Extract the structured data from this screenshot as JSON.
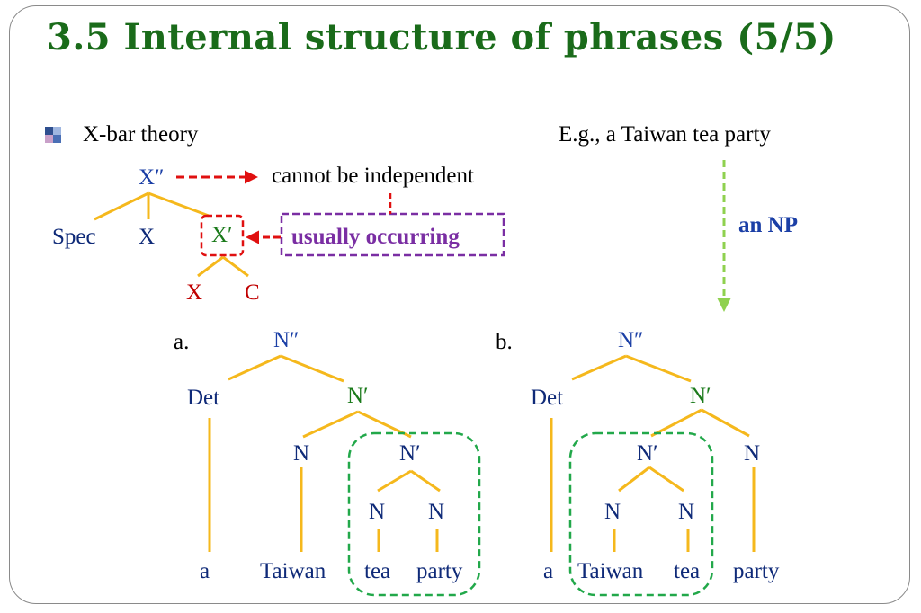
{
  "title": "3.5  Internal structure of phrases (5/5)",
  "bullet": "X-bar theory",
  "example": "E.g.,  a Taiwan tea party",
  "schema": {
    "root": "X″",
    "spec": "Spec",
    "head": "X",
    "xbar": "X′",
    "x": "X",
    "c": "C",
    "note_independent": "cannot be independent",
    "note_occurring": "usually occurring"
  },
  "arrow_label": "an NP",
  "tree_a": {
    "label": "a.",
    "root": "N″",
    "det": "Det",
    "nbar": "N′",
    "n": "N",
    "nbar2": "N′",
    "n1": "N",
    "n2": "N",
    "words": [
      "a",
      "Taiwan",
      "tea",
      "party"
    ]
  },
  "tree_b": {
    "label": "b.",
    "root": "N″",
    "det": "Det",
    "nbar": "N′",
    "nbar2": "N′",
    "n": "N",
    "n1": "N",
    "n2": "N",
    "words": [
      "a",
      "Taiwan",
      "tea",
      "party"
    ]
  },
  "colors": {
    "title": "#1a6b1a",
    "branch": "#f5b81c",
    "red_dash": "#e01010",
    "purple_dash": "#7a2ea3",
    "green_dash": "#22a84a",
    "lime_arrow": "#8fd14f"
  }
}
